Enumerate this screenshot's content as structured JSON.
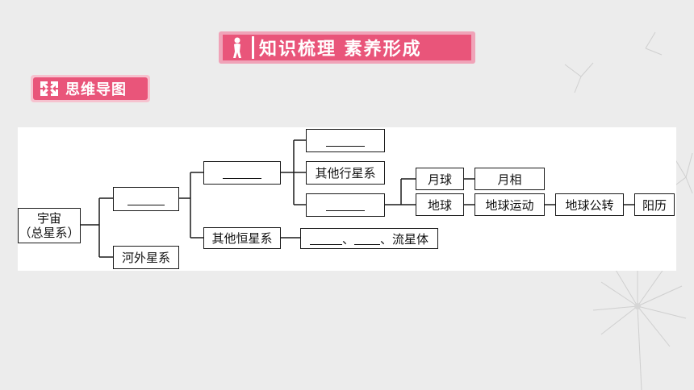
{
  "banner": {
    "title": "知识梳理 素养形成"
  },
  "tag": {
    "label": "思维导图"
  },
  "mindmap": {
    "root_line1": "宇宙",
    "root_line2": "（总星系）",
    "milky_way_outer": "河外星系",
    "other_stars": "其他恒星系",
    "other_stars_detail_sep1": "、",
    "other_stars_detail_sep2": "、",
    "other_stars_detail_tail": "流星体",
    "other_planets": "其他行星系",
    "moon": "月球",
    "moon_phase": "月相",
    "earth": "地球",
    "earth_motion": "地球运动",
    "earth_revolution": "地球公转",
    "solar_calendar": "阳历"
  },
  "colors": {
    "accent": "#e9557a",
    "accent_light": "#f0a3b8",
    "background": "#ececec"
  }
}
